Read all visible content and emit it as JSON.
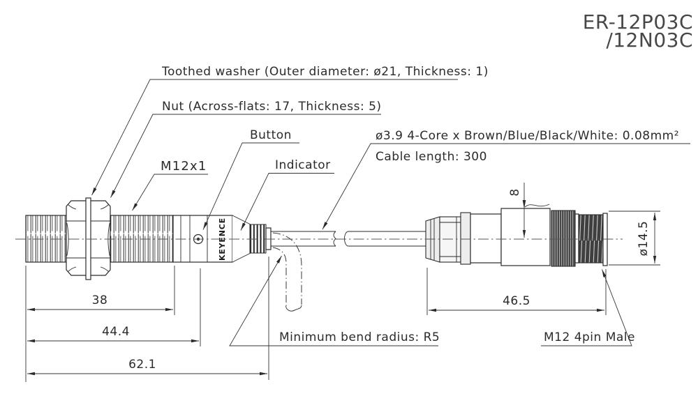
{
  "title": {
    "model_line1": "ER-12P03C",
    "model_line2": "/12N03C"
  },
  "brand": "KEYENCE",
  "part_labels": {
    "toothed_washer": "Toothed washer (Outer diameter: ø21, Thickness: 1)",
    "nut": "Nut (Across-flats: 17, Thickness: 5)",
    "button": "Button",
    "thread_spec": "M12x1",
    "indicator": "Indicator",
    "cable_spec": "ø3.9 4-Core x Brown/Blue/Black/White: 0.08mm²",
    "cable_length": "Cable length: 300",
    "min_bend_radius": "Minimum bend radius: R5",
    "connector_type": "M12 4pin Male"
  },
  "dimensions": {
    "thread_length": "38",
    "housing_length": "44.4",
    "total_length": "62.1",
    "connector_length": "46.5",
    "connector_diameter": "ø14.5",
    "connector_radius": "8"
  },
  "colors": {
    "line": "#2a2a2a",
    "dark_fill": "#454545",
    "background": "#ffffff"
  }
}
